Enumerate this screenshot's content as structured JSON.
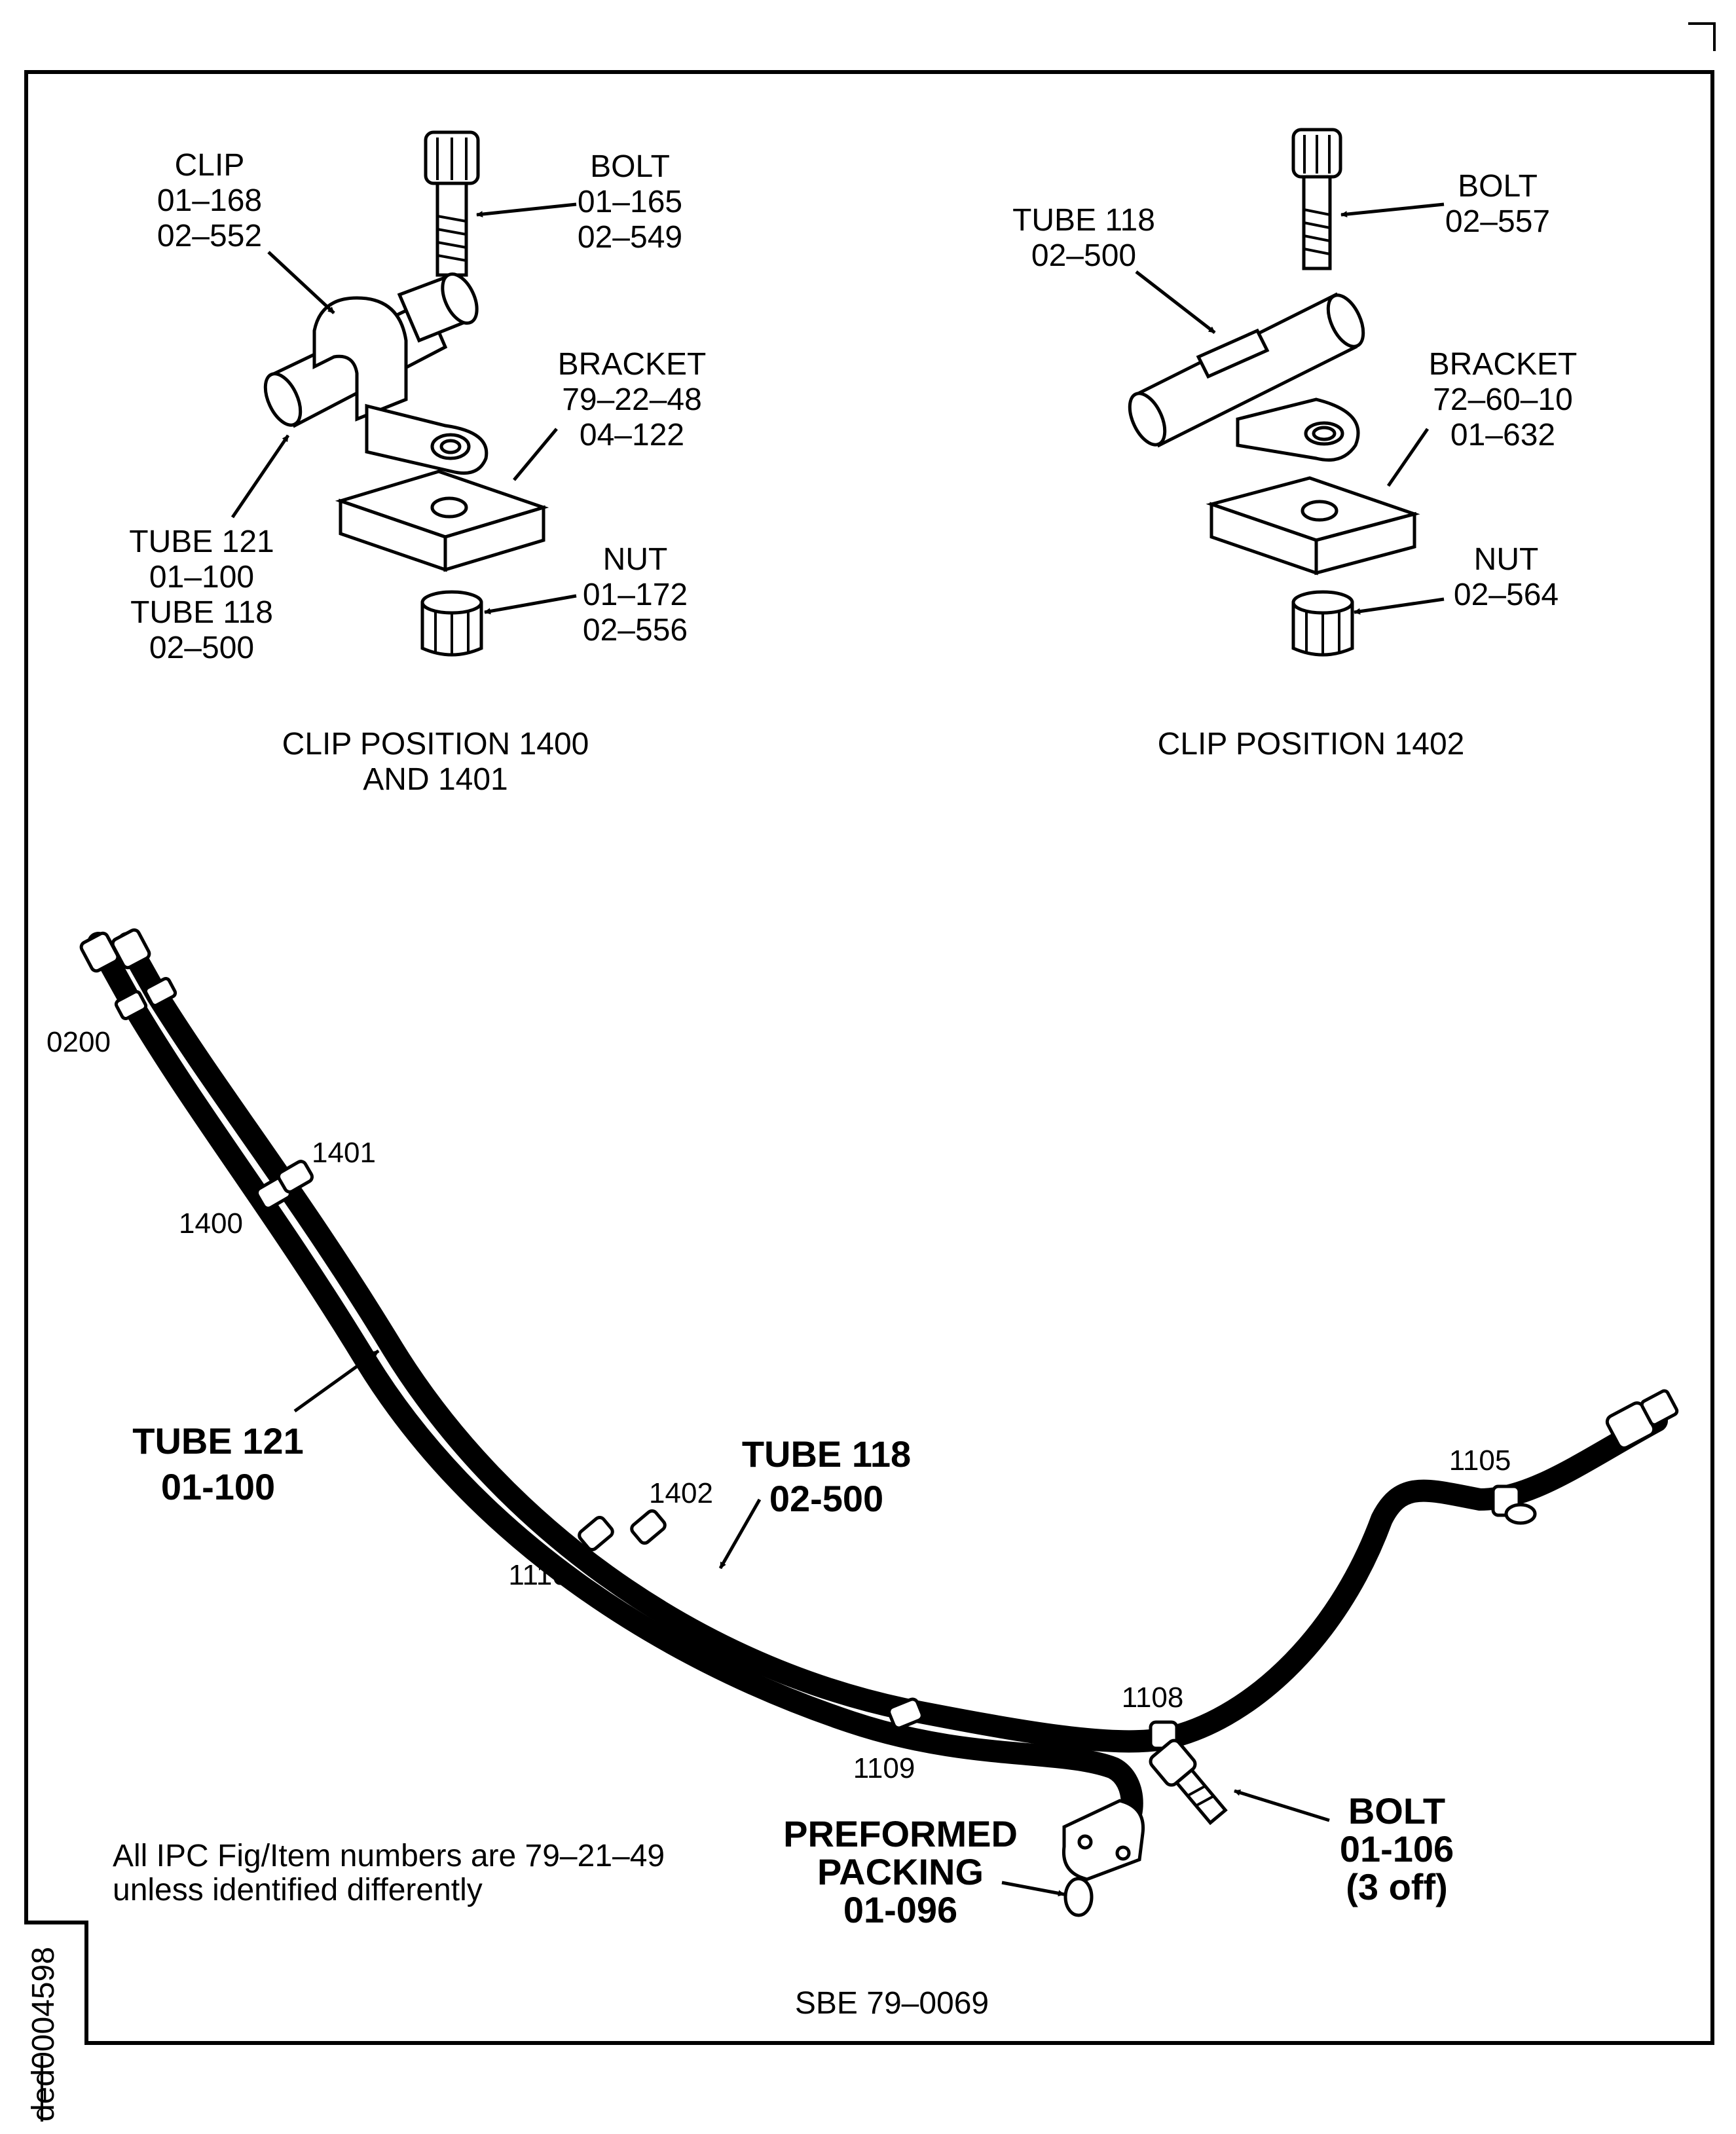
{
  "detail_left": {
    "clip_label": "CLIP",
    "clip_ref1": "01–168",
    "clip_ref2": "02–552",
    "bolt_label": "BOLT",
    "bolt_ref1": "01–165",
    "bolt_ref2": "02–549",
    "bracket_label": "BRACKET",
    "bracket_ref1": "79–22–48",
    "bracket_ref2": "04–122",
    "tube_a_label": "TUBE 121",
    "tube_a_ref": "01–100",
    "tube_b_label": "TUBE 118",
    "tube_b_ref": "02–500",
    "nut_label": "NUT",
    "nut_ref1": "01–172",
    "nut_ref2": "02–556",
    "caption_line1": "CLIP POSITION 1400",
    "caption_line2": "AND 1401"
  },
  "detail_right": {
    "tube_label": "TUBE 118",
    "tube_ref": "02–500",
    "bolt_label": "BOLT",
    "bolt_ref": "02–557",
    "bracket_label": "BRACKET",
    "bracket_ref1": "72–60–10",
    "bracket_ref2": "01–632",
    "nut_label": "NUT",
    "nut_ref": "02–564",
    "caption": "CLIP POSITION 1402"
  },
  "main": {
    "pos_0200": "0200",
    "pos_1401": "1401",
    "pos_1400": "1400",
    "pos_1402": "1402",
    "pos_1110": "1110",
    "pos_1105": "1105",
    "pos_1108": "1108",
    "pos_1109": "1109",
    "tube121_label": "TUBE 121",
    "tube121_ref": "01-100",
    "tube118_label": "TUBE 118",
    "tube118_ref": "02-500",
    "packing_label1": "PREFORMED",
    "packing_label2": "PACKING",
    "packing_ref": "01-096",
    "bolt_label": "BOLT",
    "bolt_ref": "01-106",
    "bolt_qty": "(3 off)"
  },
  "note_line1": "All IPC Fig/Item numbers are 79–21–49",
  "note_line2": "unless identified differently",
  "footer_ref": "SBE 79–0069",
  "image_id": "ded0004598"
}
